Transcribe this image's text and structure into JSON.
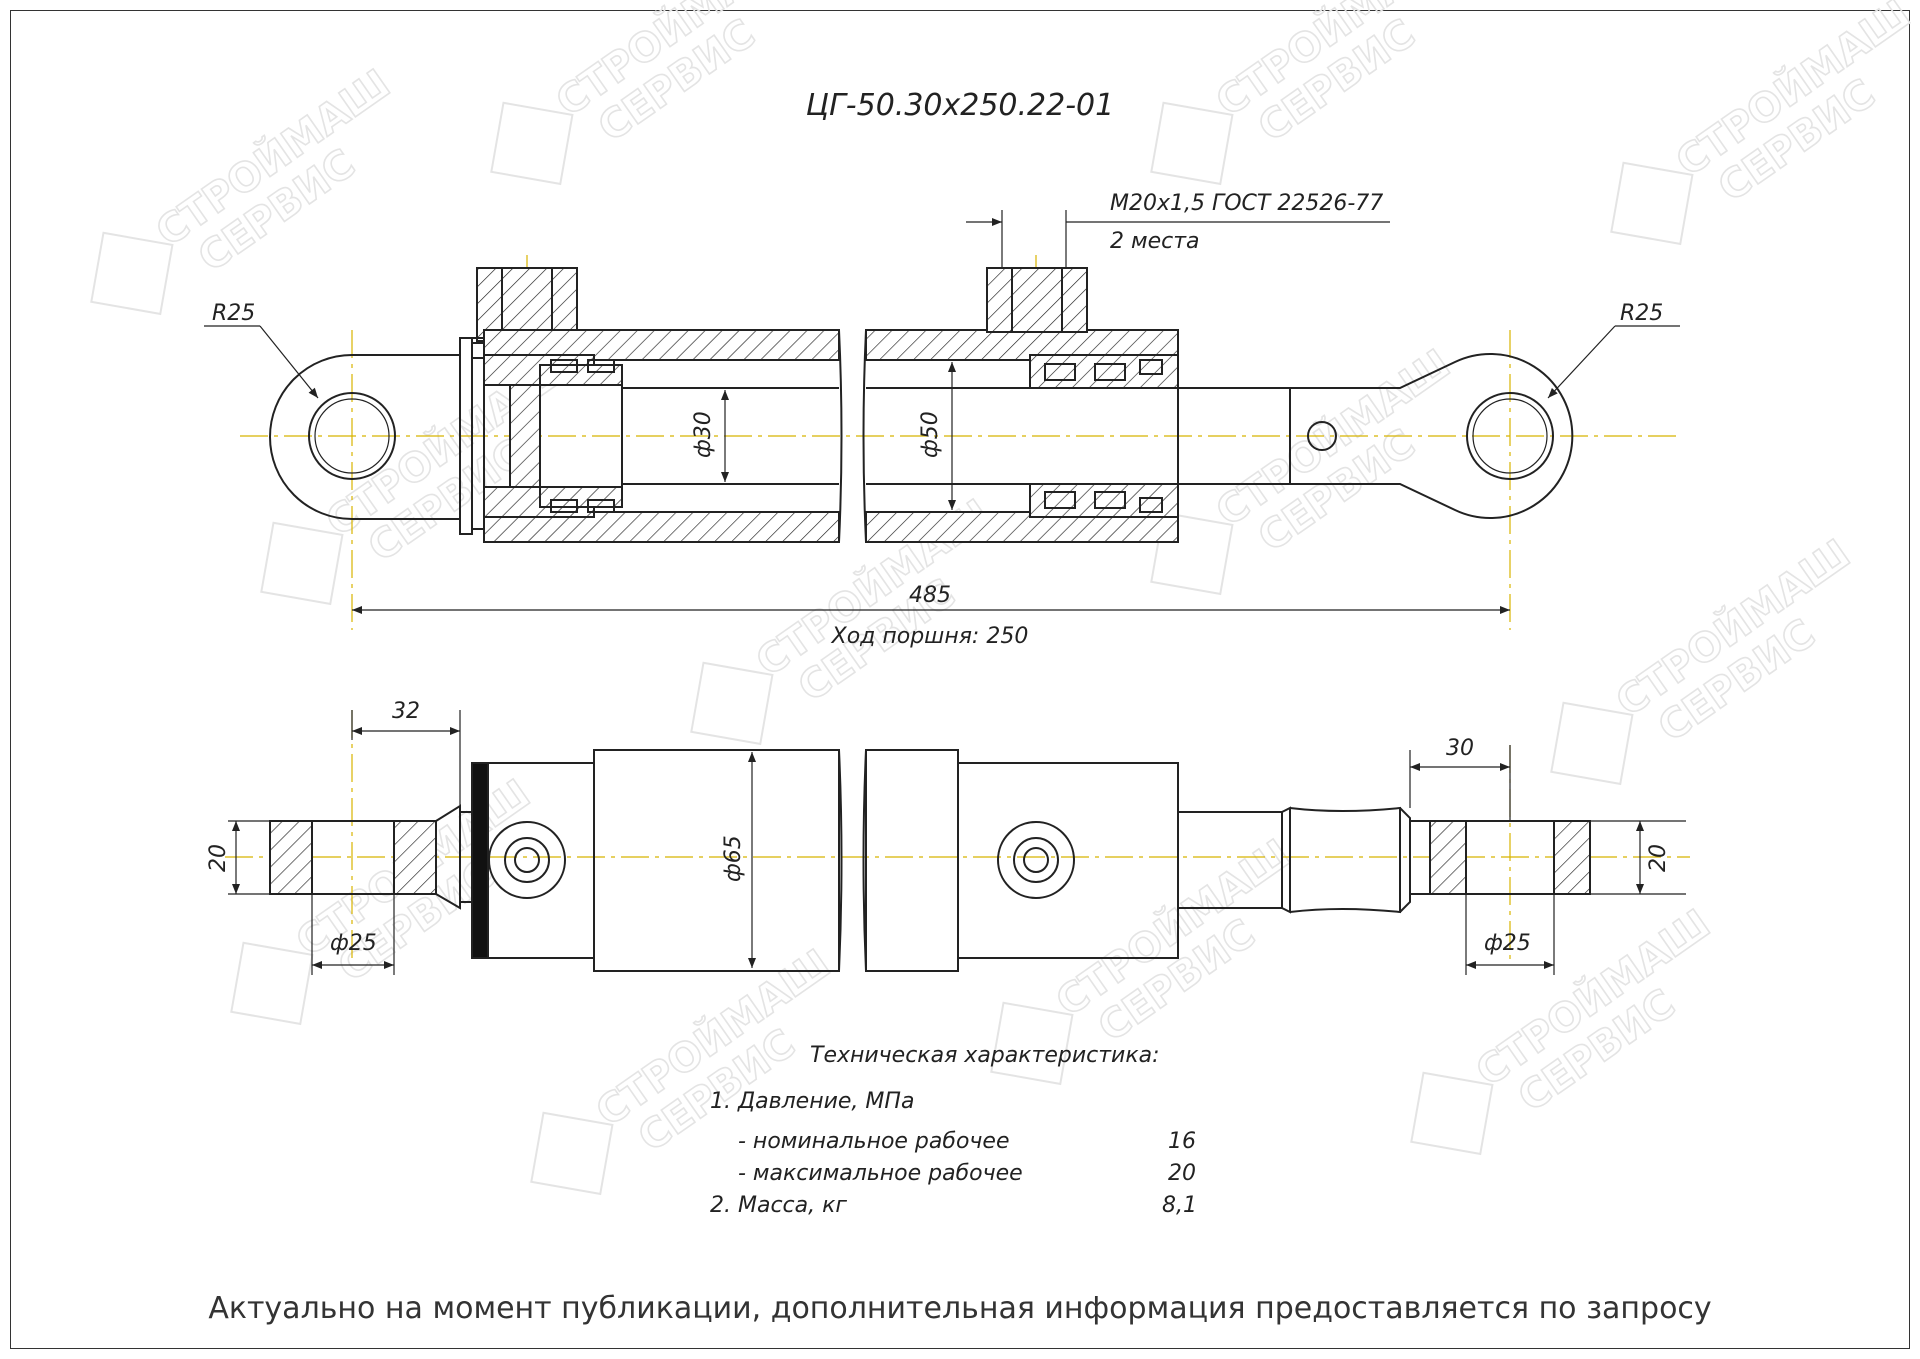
{
  "drawing": {
    "title": "ЦГ-50.30х250.22-01",
    "thread_note": "М20х1,5 ГОСТ 22526-77",
    "thread_count": "2 места",
    "dims": {
      "r_left": "R25",
      "r_right": "R25",
      "d_rod": "ф30",
      "d_bore": "ф50",
      "total_length": "485",
      "stroke": "Ход поршня: 250",
      "w_left": "32",
      "w_right": "30",
      "h_left": "20",
      "h_right": "20",
      "d_body": "ф65",
      "d_pin_left": "ф25",
      "d_pin_right": "ф25"
    }
  },
  "specs": {
    "heading": "Техническая характеристика:",
    "rows": [
      {
        "label": "1. Давление, МПа",
        "value": ""
      },
      {
        "label": "- номинальное рабочее",
        "value": "16"
      },
      {
        "label": "- максимальное рабочее",
        "value": "20"
      },
      {
        "label": "2. Масса, кг",
        "value": "8,1"
      }
    ]
  },
  "footer": {
    "note": "Актуально на момент публикации, дополнительная информация предоставляется по запросу"
  },
  "watermark": {
    "line1": "СТРОЙМАШ",
    "line2": "СЕРВИС"
  }
}
